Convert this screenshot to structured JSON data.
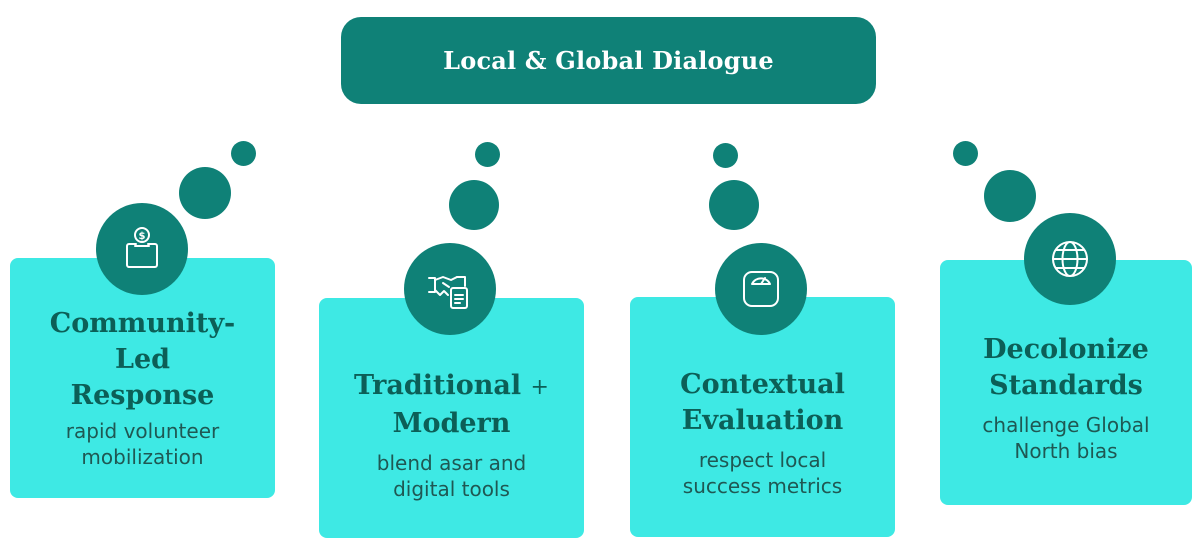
{
  "header": {
    "title": "Local & Global Dialogue"
  },
  "cards": [
    {
      "title": "Community-\nLed\nResponse",
      "subtitle": "rapid volunteer mobilization",
      "icon": "money-box-icon"
    },
    {
      "title": "Traditional + Modern",
      "title_main": "Traditional",
      "title_plus": "+",
      "title_line2": "Modern",
      "subtitle": "blend asar and digital tools",
      "icon": "handshake-document-icon"
    },
    {
      "title": "Contextual Evaluation",
      "subtitle": "respect local success metrics",
      "icon": "scale-icon"
    },
    {
      "title": "Decolonize Standards",
      "subtitle": "challenge Global North bias",
      "icon": "globe-icon"
    }
  ],
  "colors": {
    "primary": "#0f8177",
    "card": "#3ee9e4",
    "title_text": "#0c5f57",
    "body_text": "#1f5853"
  }
}
